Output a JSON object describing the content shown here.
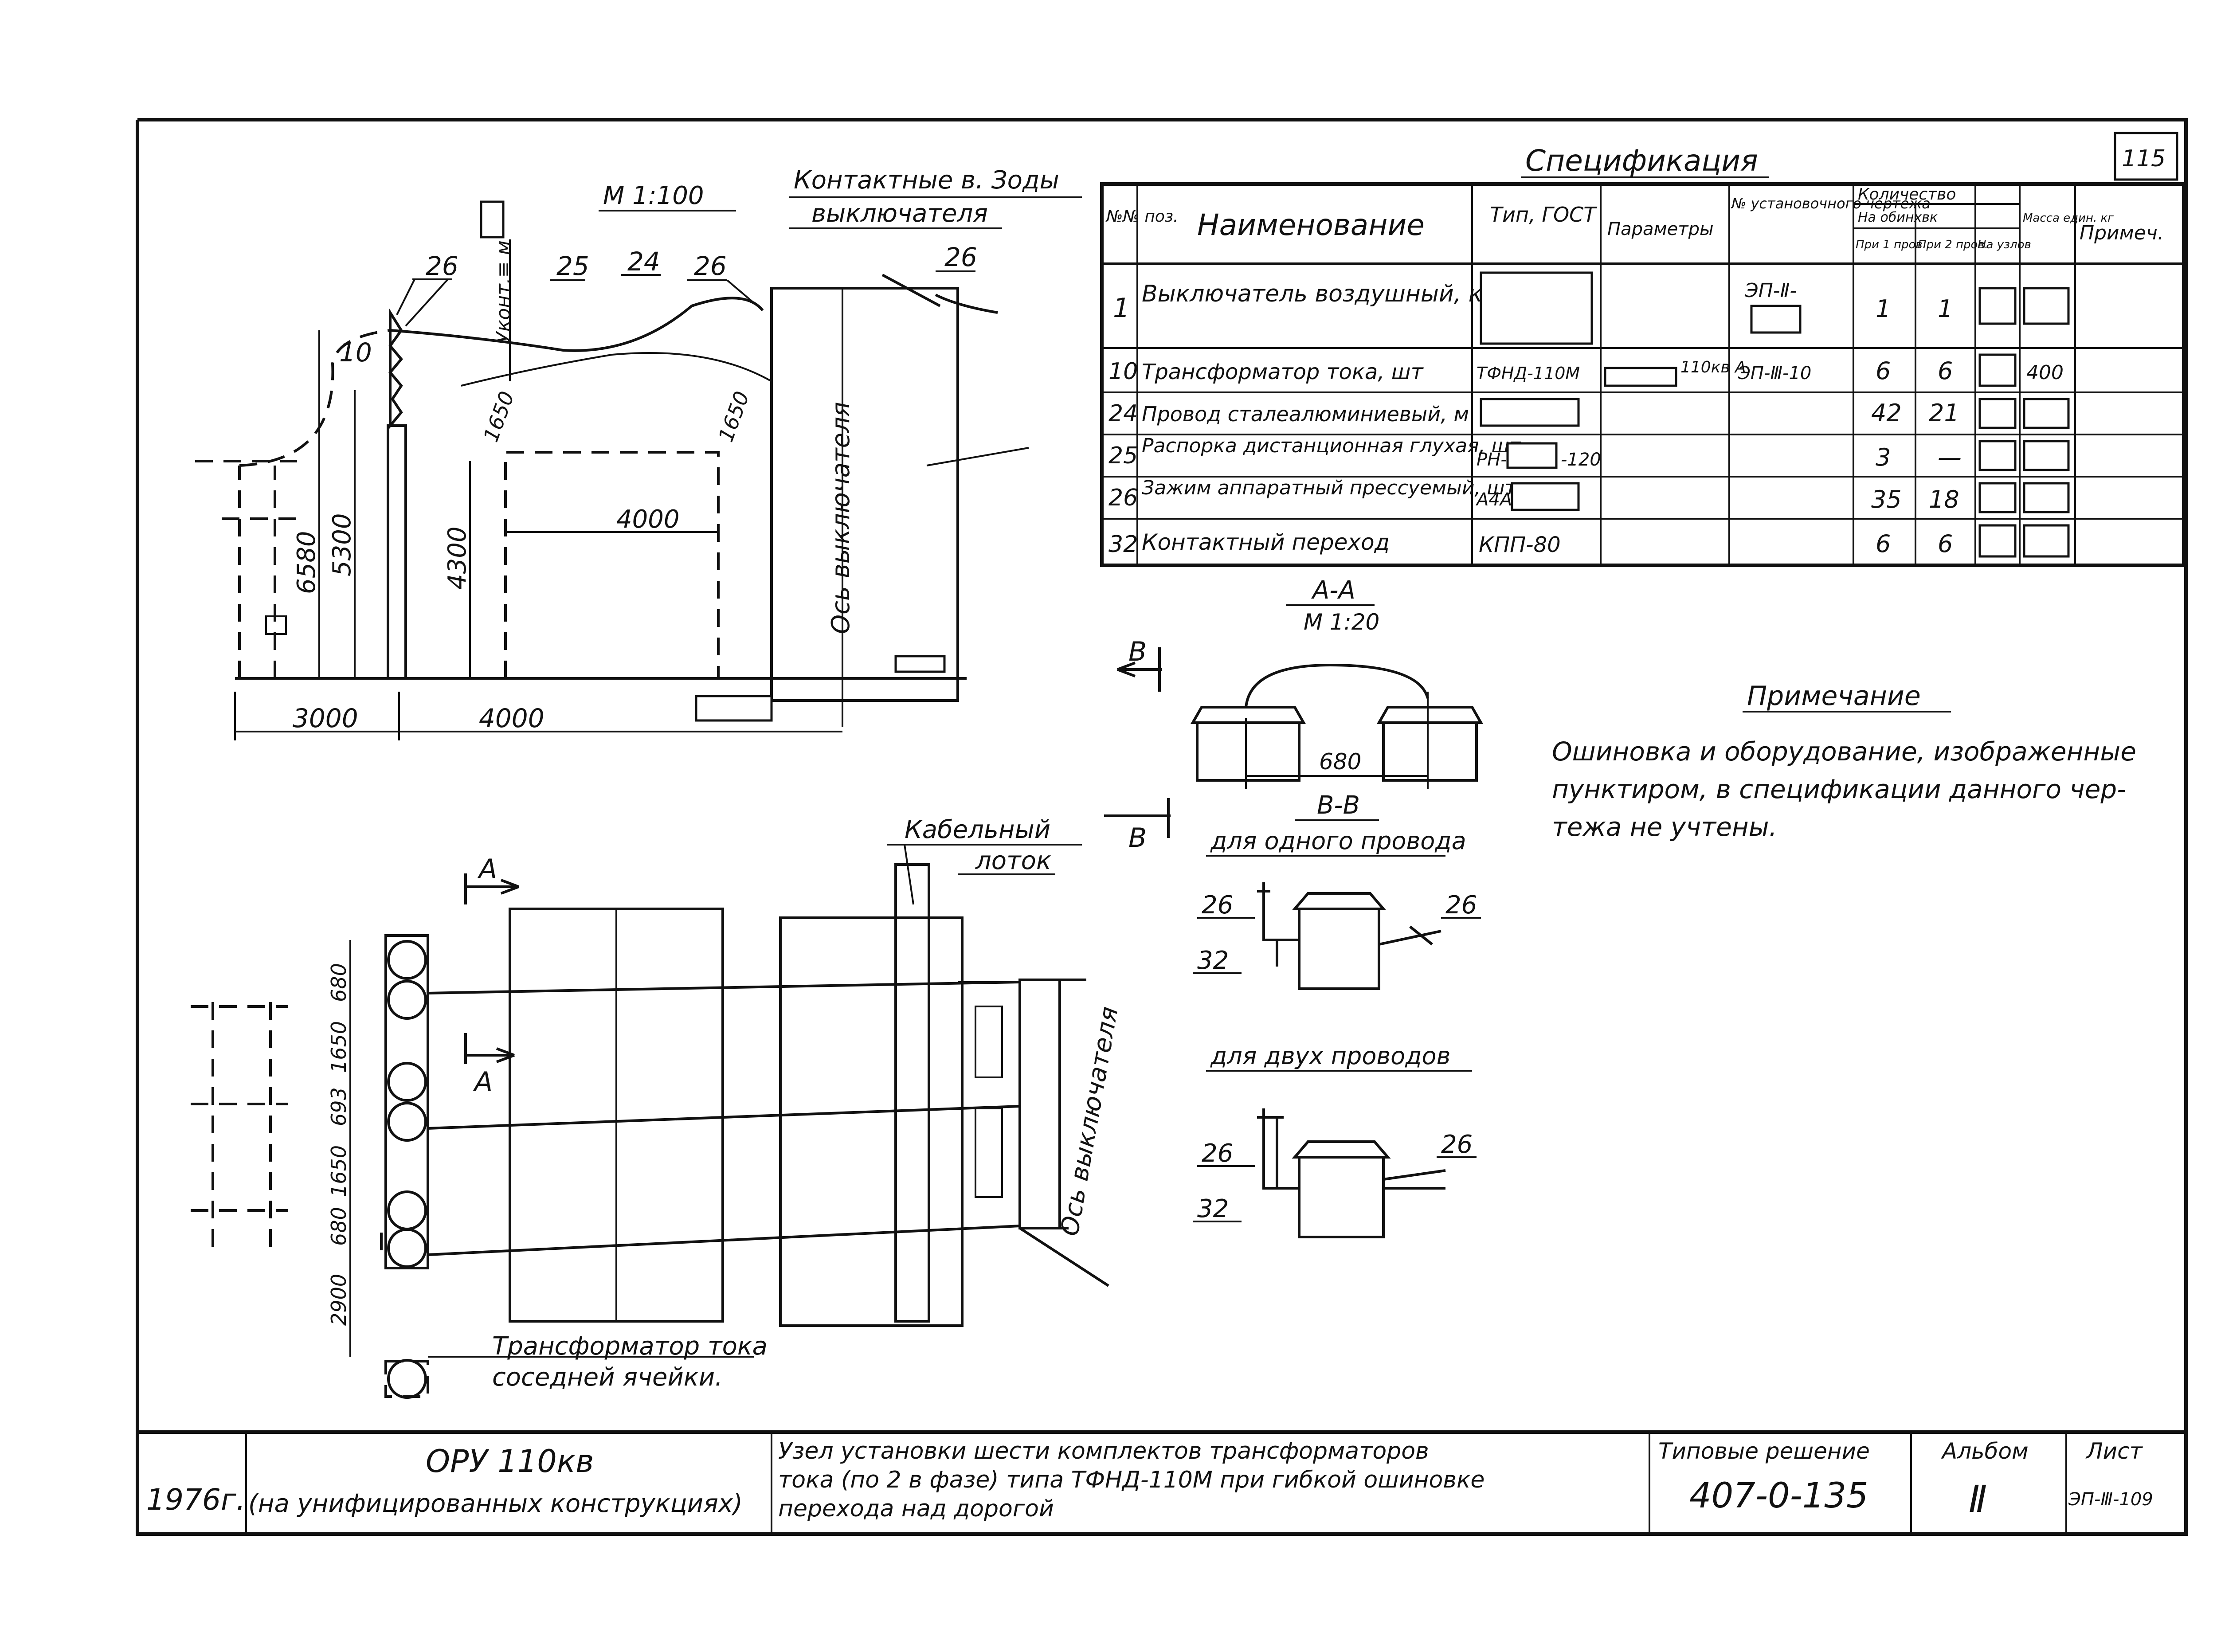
{
  "sheet": {
    "page_number": "115",
    "scale_main": "М 1:100",
    "year": "1976г."
  },
  "elevation": {
    "labels": {
      "contacts": "Контактные в. Зоды",
      "breaker": "выключателя",
      "axis": "Ось выключателя",
      "mount": "Уконт.≡ м"
    },
    "callouts": [
      "26",
      "25",
      "24",
      "26",
      "26",
      "10"
    ],
    "dims": {
      "h1": "6580",
      "h2": "5300",
      "h3": "4300",
      "w1": "3000",
      "w2": "4000",
      "w3": "4000",
      "c1": "1650",
      "c2": "1650"
    }
  },
  "plan": {
    "labels": {
      "cable_tray_1": "Кабельный",
      "cable_tray_2": "лоток",
      "section_a_top": "А",
      "section_a_bottom": "А",
      "axis": "Ось выключателя",
      "ct_1": "Трансформатор тока",
      "ct_2": "соседней ячейки."
    },
    "dims": [
      "680",
      "1650",
      "693",
      "1650",
      "680",
      "2900"
    ]
  },
  "section_aa": {
    "title": "А-А",
    "scale": "М 1:20",
    "dim": "680",
    "marker_top": "В",
    "marker_bottom": "В"
  },
  "section_bb": {
    "title": "В-В",
    "subtitle_one": "для одного провода",
    "subtitle_two": "для двух проводов",
    "callouts": [
      "26",
      "32",
      "26",
      "26",
      "32",
      "26"
    ]
  },
  "spec": {
    "title": "Спецификация",
    "headers": {
      "pos": "№№ поз.",
      "name": "Наименование",
      "type": "Тип, ГОСТ",
      "params": "Параметры",
      "drawing": "№ установочного чертежа",
      "qty": "Количество",
      "qty_on": "На обинхвк",
      "qty_one": "При 1 пров.",
      "qty_two": "При 2 пров.",
      "qty_unit": "На узлов",
      "mass": "Масса един. кг",
      "note": "Примеч."
    },
    "rows": [
      {
        "pos": "1",
        "name": "Выключатель воздушный, компл.",
        "type": "",
        "params": "",
        "drawing": "ЭП-Ⅱ-",
        "q1": "1",
        "q2": "1",
        "mass": ""
      },
      {
        "pos": "10",
        "name": "Трансформатор тока, шт",
        "type": "ТФНД-110М",
        "params": "110кв А",
        "drawing": "ЭП-Ⅲ-10",
        "q1": "6",
        "q2": "6",
        "mass": "400"
      },
      {
        "pos": "24",
        "name": "Провод сталеалюминиевый, м",
        "type": "",
        "params": "",
        "drawing": "",
        "q1": "42",
        "q2": "21",
        "mass": ""
      },
      {
        "pos": "25",
        "name": "Распорка дистанционная глухая, шт.",
        "type": "РН-",
        "params": "-120",
        "drawing": "",
        "q1": "3",
        "q2": "—",
        "mass": ""
      },
      {
        "pos": "26",
        "name": "Зажим аппаратный прессуемый, шт.",
        "type": "А4А-",
        "params": "",
        "drawing": "",
        "q1": "35",
        "q2": "18",
        "mass": ""
      },
      {
        "pos": "32",
        "name": "Контактный переход",
        "type": "КПП-80",
        "params": "",
        "drawing": "",
        "q1": "6",
        "q2": "6",
        "mass": ""
      }
    ]
  },
  "note": {
    "title": "Примечание",
    "lines": [
      "Ошиновка и оборудование, изображенные",
      "пунктиром, в спецификации данного чер-",
      "тежа не учтены."
    ]
  },
  "title_block": {
    "project_1": "ОРУ 110кв",
    "project_2": "(на унифицированных конструкциях)",
    "desc_1": "Узел установки шести комплектов трансформаторов",
    "desc_2": "тока (по 2 в фазе) типа ТФНД-110М при гибкой ошиновке",
    "desc_3": "перехода над дорогой",
    "typical_label": "Типовые решение",
    "typical_code": "407-0-135",
    "album_label": "Альбом",
    "album_value": "Ⅱ",
    "sheet_label": "Лист",
    "sheet_value": "ЭП-Ⅲ-109"
  }
}
